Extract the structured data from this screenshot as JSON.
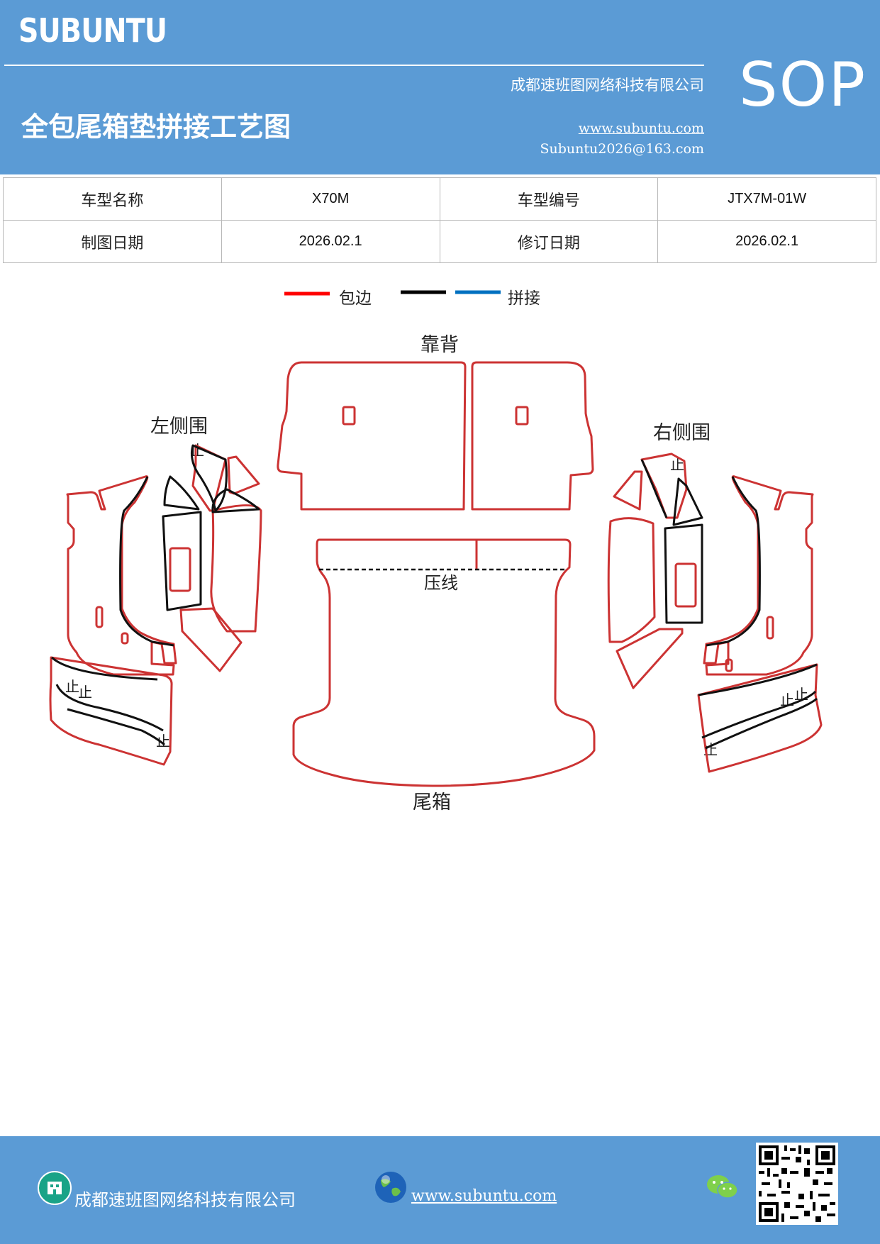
{
  "header": {
    "brand": "SUBUNTU",
    "company": "成都速班图网络科技有限公司",
    "title": "全包尾箱垫拼接工艺图",
    "website": "www.subuntu.com",
    "email": "Subuntu2026@163.com",
    "sop": "SOP"
  },
  "info": {
    "model_name_label": "车型名称",
    "model_name": "X70M",
    "model_code_label": "车型编号",
    "model_code": "JTX7M-01W",
    "draw_date_label": "制图日期",
    "draw_date": "2026.02.1",
    "revise_date_label": "修订日期",
    "revise_date": "2026.02.1"
  },
  "legend": {
    "items": [
      {
        "label": "包边",
        "color": "#ff0000"
      },
      {
        "label": "",
        "color": "#000000"
      },
      {
        "label": "拼接",
        "color": "#0070c0"
      }
    ]
  },
  "diagram": {
    "backrest": "靠背",
    "left_side": "左侧围",
    "right_side": "右侧围",
    "press_line": "压线",
    "trunk": "尾箱",
    "marks": [
      "止",
      "止",
      "止",
      "止",
      "止",
      "止",
      "止",
      "止"
    ],
    "edge_color": "#cc3333",
    "seam_color": "#111111"
  },
  "footer": {
    "company": "成都速班图网络科技有限公司",
    "website": "www.subuntu.com "
  }
}
